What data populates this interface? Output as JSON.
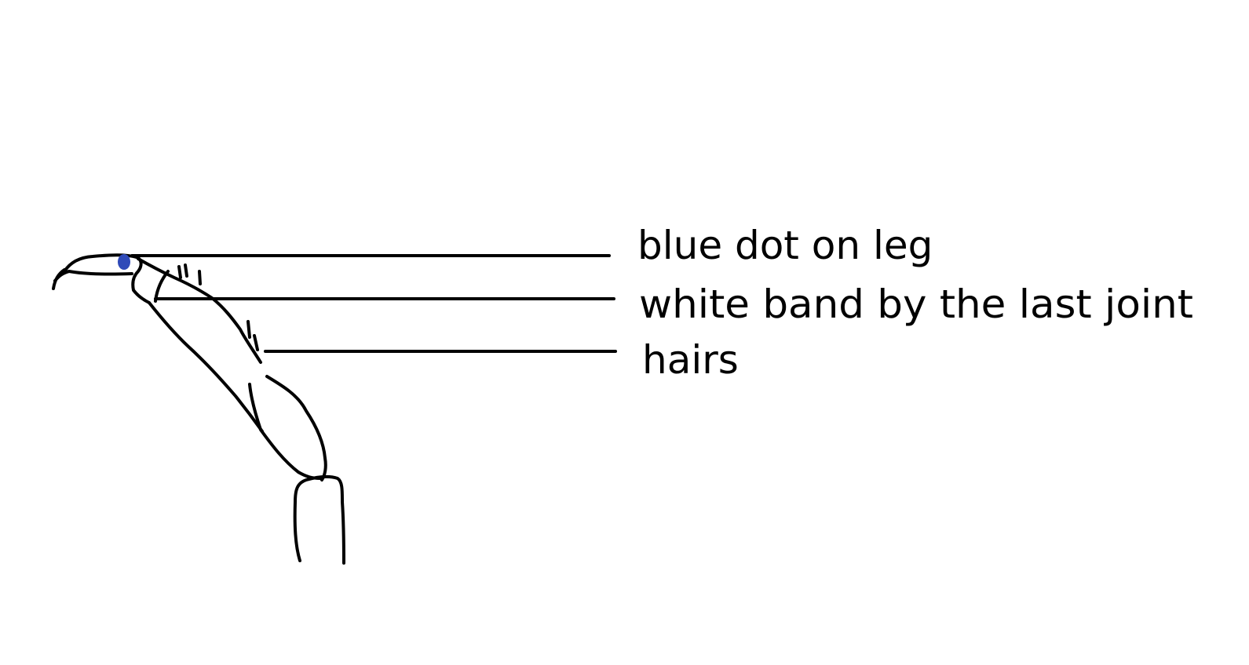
{
  "colors": {
    "ink": "#000000",
    "blue_dot": "#2f4ab8",
    "background": "#ffffff"
  },
  "labels": {
    "blue_dot": "blue dot on leg",
    "white_band": "white band by the last joint",
    "hairs": "hairs"
  }
}
